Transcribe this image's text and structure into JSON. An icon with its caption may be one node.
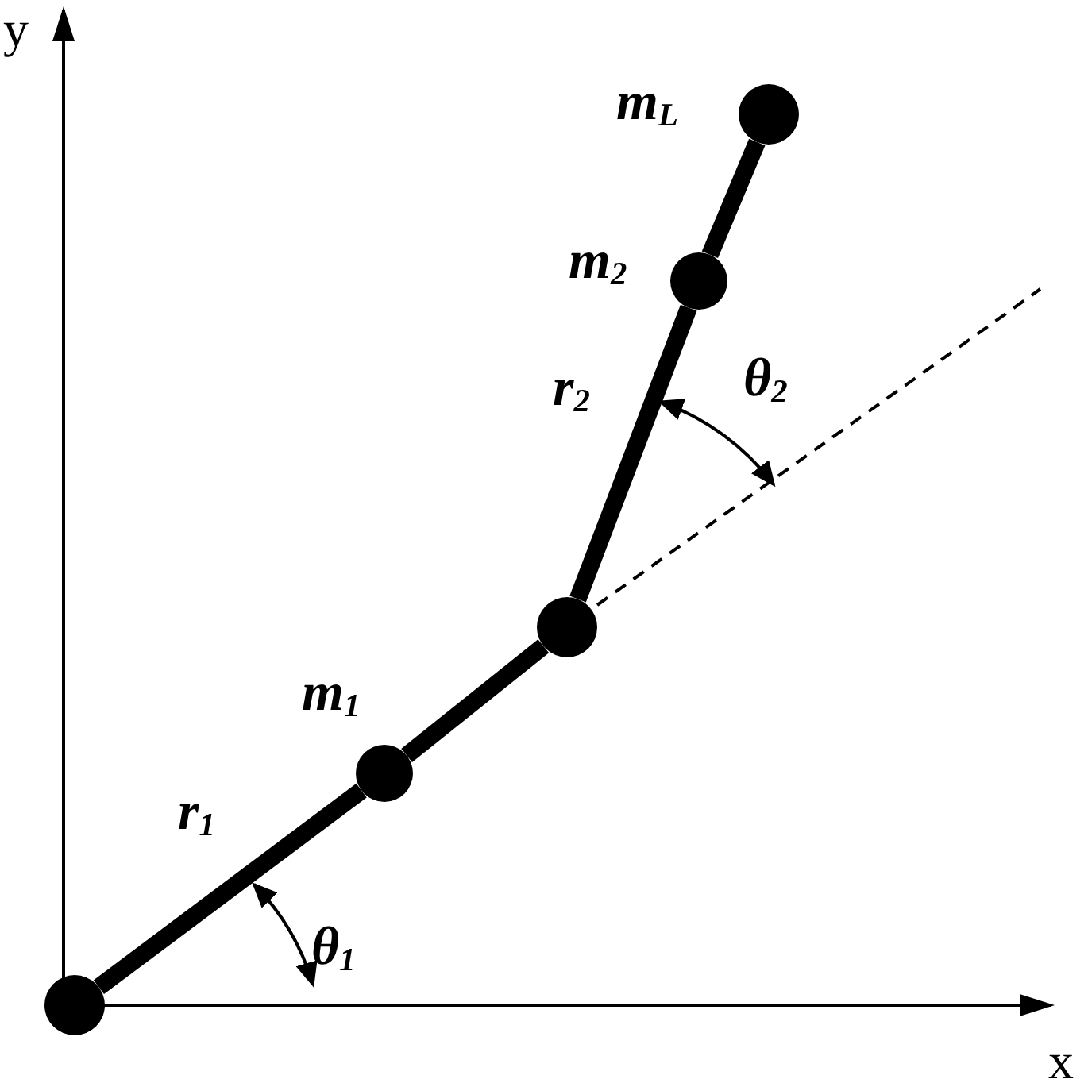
{
  "diagram": {
    "nodes": [
      {
        "text": [],
        "shape": "circle"
      },
      {
        "text": [],
        "shape": "circle",
        "beside": [
          "m$_{1}$"
        ]
      },
      {
        "text": [],
        "shape": "circle"
      },
      {
        "text": [],
        "shape": "circle",
        "beside": [
          "m$_{2}$"
        ]
      },
      {
        "text": [],
        "shape": "circle",
        "beside": [
          "m$_{L}$"
        ]
      }
    ],
    "edges": [
      {
        "from": 0,
        "to": 1,
        "arrow": "none"
      },
      {
        "from": 1,
        "to": 2,
        "arrow": "none"
      },
      {
        "from": 2,
        "to": 3,
        "arrow": "none"
      },
      {
        "from": 3,
        "to": 4,
        "arrow": "none"
      }
    ],
    "labels": [
      "y",
      "r$_{2}$",
      "θ$_{2}$",
      "r$_{1}$",
      "θ$_{1}$",
      "x"
    ]
  }
}
